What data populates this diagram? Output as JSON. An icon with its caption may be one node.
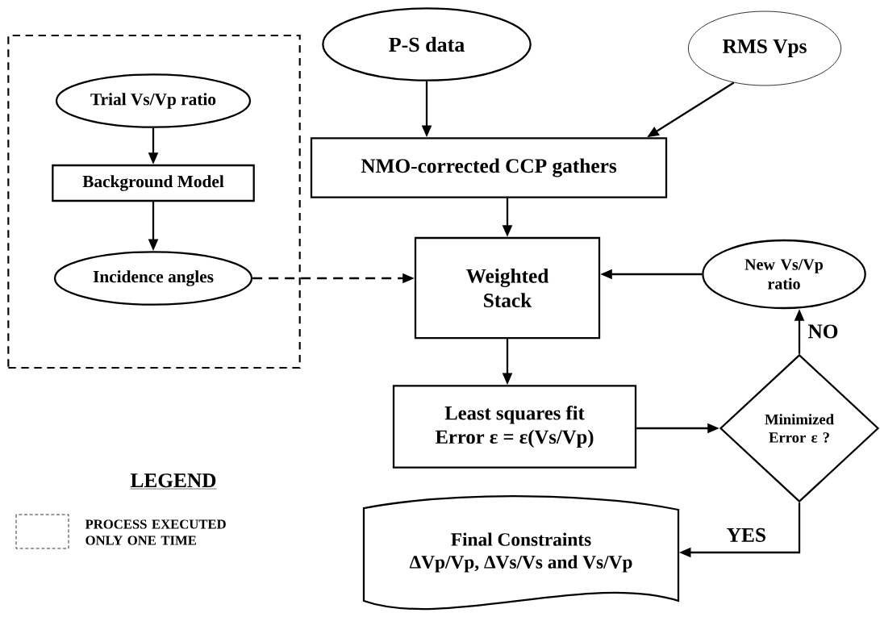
{
  "diagram": {
    "nodes": [
      {
        "text": [],
        "shape": "box"
      },
      {
        "text": [
          "Trial Vs/Vp ratio"
        ],
        "in": 0
      },
      {
        "text": [
          "Background Model"
        ],
        "in": 0
      },
      {
        "text": [
          "Incidence angles"
        ],
        "in": 0
      },
      {
        "text": [
          "P-S data"
        ]
      },
      {
        "text": [
          "RMS Vps"
        ]
      },
      {
        "text": [
          "NMO-corrected CCP gathers"
        ]
      },
      {
        "text": [
          "Weighted Stack"
        ]
      },
      {
        "text": [
          "New Vs/Vp ratio"
        ]
      },
      {
        "text": [
          "Least squares fit",
          "Error ε = ε(Vs/Vp)"
        ]
      },
      {
        "text": [
          "Minimized Error ε ?"
        ]
      },
      {
        "text": [
          "Final Constraints",
          "ΔVp/Vp, ΔVs/Vs and Vs/Vp"
        ]
      }
    ],
    "edges": [
      {
        "from": 1,
        "to": 2,
        "arrow": "to"
      },
      {
        "from": 2,
        "to": 3,
        "arrow": "to"
      },
      {
        "from": 3,
        "to": 7,
        "arrow": "to",
        "style": "dashed"
      },
      {
        "from": 4,
        "to": 6,
        "arrow": "to"
      },
      {
        "from": 5,
        "to": 6,
        "arrow": "to"
      },
      {
        "from": 6,
        "to": 7,
        "arrow": "to"
      },
      {
        "from": 7,
        "to": 9,
        "arrow": "to"
      },
      {
        "from": 9,
        "to": 10,
        "arrow": "to"
      },
      {
        "from": 10,
        "to": 8,
        "arrow": "to",
        "label": "NO"
      },
      {
        "from": 8,
        "to": 7,
        "arrow": "to"
      },
      {
        "from": 10,
        "to": 11,
        "arrow": "to",
        "label": "YES"
      }
    ],
    "labels": [
      "LEGEND"
    ],
    "legend": [
      {
        "text": "PROCESS EXECUTED ONLY ONE TIME"
      }
    ]
  }
}
